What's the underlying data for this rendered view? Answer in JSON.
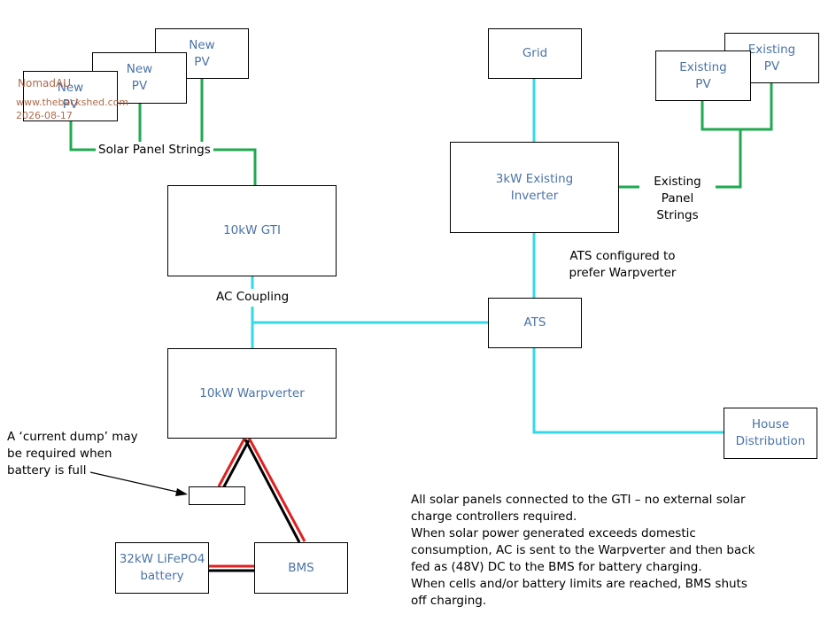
{
  "boxes": {
    "new_pv_1": "New\nPV",
    "new_pv_2": "New\nPV",
    "new_pv_3": "New\nPV",
    "gti": "10kW GTI",
    "warpverter": "10kW Warpverter",
    "battery": "32kW LiFePO4\nbattery",
    "bms": "BMS",
    "grid": "Grid",
    "existing_pv_1": "Existing\nPV",
    "existing_pv_2": "Existing\nPV",
    "existing_inverter": "3kW Existing\nInverter",
    "ats": "ATS",
    "house_distribution": "House\nDistribution"
  },
  "labels": {
    "solar_panel_strings": "Solar Panel Strings",
    "existing_panel_strings": "Existing Panel\nStrings",
    "ac_coupling": "AC Coupling",
    "ats_note": "ATS configured to\nprefer Warpverter",
    "current_dump_note": "A ‘current dump’ may\nbe required  when\nbattery is full",
    "description": "All solar panels connected to the GTI – no external solar\ncharge controllers required.\nWhen solar power generated exceeds domestic\nconsumption, AC is sent to the Warpverter and then back\nfed as (48V) DC to the BMS for battery charging.\nWhen cells and/or battery limits are reached, BMS shuts\noff charging."
  },
  "watermark": {
    "user": "NomadAU",
    "site": "www.thebackshed.com",
    "date": "2026-08-17"
  },
  "colors": {
    "solar_dc_line": "#1faa4f",
    "ac_line": "#33d9e6",
    "dc_positive": "#e02020",
    "dc_negative": "#000000",
    "box_text": "#4a73a8"
  }
}
